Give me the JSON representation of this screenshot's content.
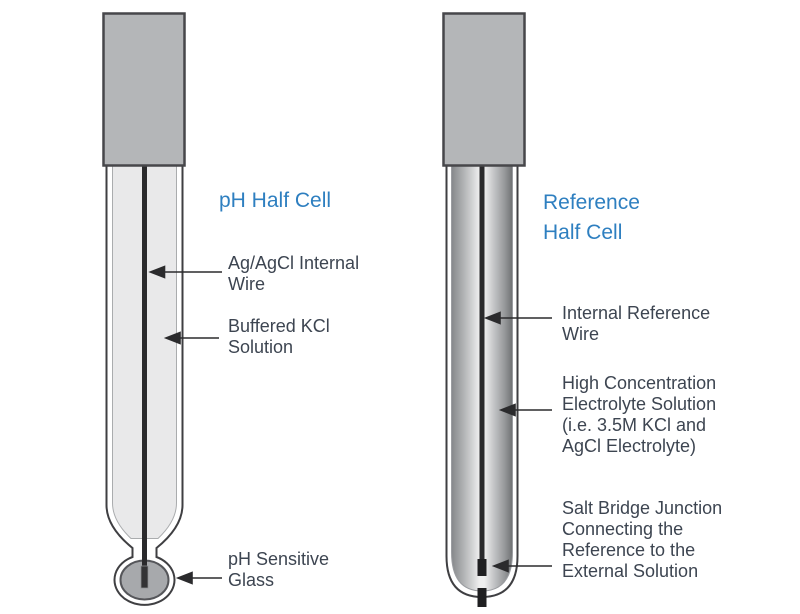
{
  "theme": {
    "accent-blue": "#2e7fc0",
    "label-color": "#3d4551",
    "cap-gray": "#b4b6b8",
    "glass-fill": "#e9e9ea",
    "bulb-gray": "#a7a9ac",
    "wire-black": "#2a2a2c",
    "outline-dark": "#3f3f42"
  },
  "ph_half_cell": {
    "title": "pH Half Cell",
    "labels": {
      "internal_wire": "Ag/AgCl Internal\nWire",
      "solution": "Buffered KCl\nSolution",
      "glass": "pH Sensitive\nGlass"
    }
  },
  "reference_half_cell": {
    "title": "Reference\nHalf Cell",
    "labels": {
      "internal_wire": "Internal Reference\nWire",
      "solution": "High Concentration\nElectrolyte Solution\n(i.e. 3.5M KCl and\nAgCl Electrolyte)",
      "junction": "Salt Bridge Junction\nConnecting the\nReference to the\nExternal Solution"
    }
  }
}
